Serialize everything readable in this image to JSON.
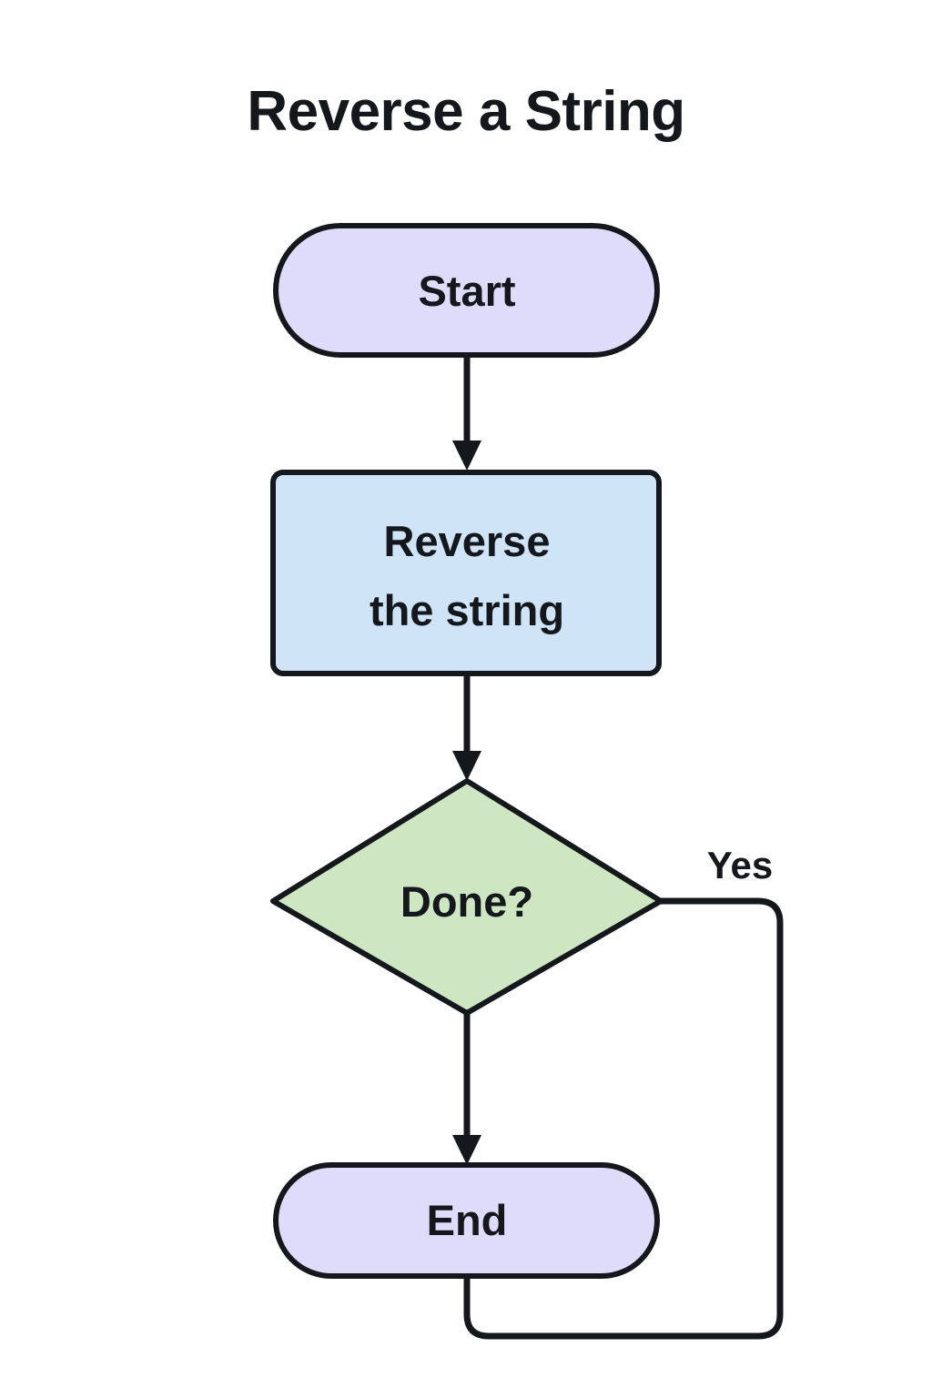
{
  "title": "Reverse a String",
  "background_color": "#ffffff",
  "stroke_color": "#14181c",
  "palette": {
    "terminator_fill": "#dfdcfb",
    "process_fill": "#cfe4f7",
    "decision_fill": "#cee7c2"
  },
  "nodes": [
    {
      "id": "start",
      "type": "terminator",
      "label": "Start",
      "fill": "#dfdcfb"
    },
    {
      "id": "reverse",
      "type": "process",
      "label_line1": "Reverse",
      "label_line2": "the string",
      "fill": "#cfe4f7"
    },
    {
      "id": "done",
      "type": "decision",
      "label": "Done?",
      "fill": "#cee7c2"
    },
    {
      "id": "end",
      "type": "terminator",
      "label": "End",
      "fill": "#dfdcfb"
    }
  ],
  "edges": [
    {
      "id": "start-to-reverse",
      "from": "start",
      "to": "reverse",
      "label": ""
    },
    {
      "id": "reverse-to-done",
      "from": "reverse",
      "to": "done",
      "label": ""
    },
    {
      "id": "done-to-end",
      "from": "done",
      "to": "end",
      "label": ""
    },
    {
      "id": "yes-loop",
      "from": "done",
      "to": "end",
      "label": "Yes"
    }
  ],
  "edge_labels": {
    "yes": "Yes"
  }
}
